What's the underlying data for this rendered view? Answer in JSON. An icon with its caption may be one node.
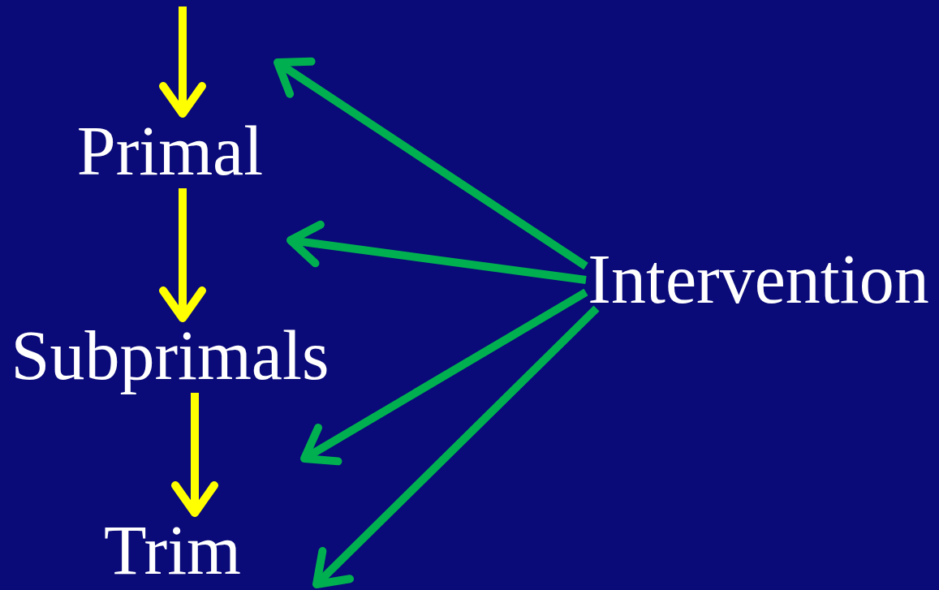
{
  "diagram": {
    "nodes": [
      {
        "text": [
          "Primal"
        ]
      },
      {
        "text": [
          "Subprimals"
        ]
      },
      {
        "text": [
          "Trim"
        ]
      },
      {
        "text": [
          "Intervention"
        ]
      }
    ],
    "edges": [
      {
        "from": null,
        "to": 0,
        "arrow": "to",
        "color": "#ffff00"
      },
      {
        "from": 0,
        "to": 1,
        "arrow": "to",
        "color": "#ffff00"
      },
      {
        "from": 1,
        "to": 2,
        "arrow": "to",
        "color": "#ffff00"
      },
      {
        "from": 3,
        "to": null,
        "arrow": "to",
        "color": "#00b050"
      },
      {
        "from": 3,
        "to": null,
        "arrow": "to",
        "color": "#00b050"
      },
      {
        "from": 3,
        "to": null,
        "arrow": "to",
        "color": "#00b050"
      },
      {
        "from": 3,
        "to": null,
        "arrow": "to",
        "color": "#00b050"
      }
    ]
  }
}
